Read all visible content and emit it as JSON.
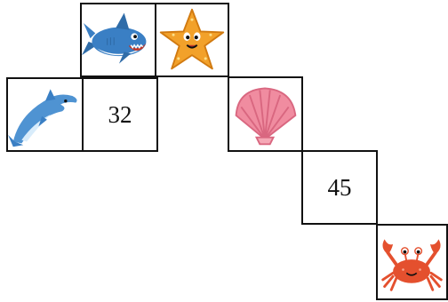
{
  "grid": {
    "cells": [
      {
        "id": "shark",
        "kind": "image",
        "icon": "shark-icon"
      },
      {
        "id": "starfish",
        "kind": "image",
        "icon": "starfish-icon"
      },
      {
        "id": "dolphin",
        "kind": "image",
        "icon": "dolphin-icon"
      },
      {
        "id": "n32",
        "kind": "number",
        "value": "32"
      },
      {
        "id": "shell",
        "kind": "image",
        "icon": "seashell-icon"
      },
      {
        "id": "n45",
        "kind": "number",
        "value": "45"
      },
      {
        "id": "crab",
        "kind": "image",
        "icon": "crab-icon"
      }
    ]
  },
  "colors": {
    "border": "#111111",
    "shark": "#3a7fc4",
    "starfish": "#f2a12a",
    "dolphin": "#4f93d2",
    "shell": "#f08ca0",
    "crab": "#e4502e"
  }
}
